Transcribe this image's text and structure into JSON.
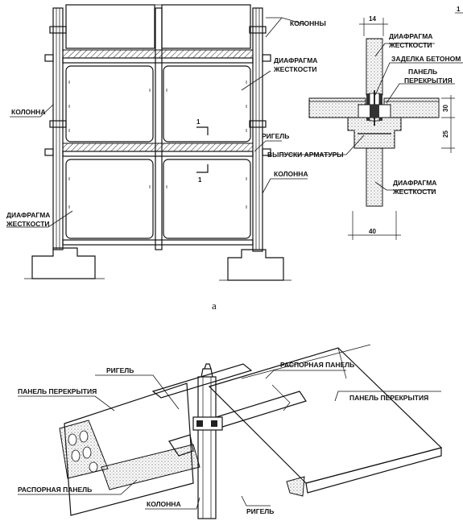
{
  "labels": {
    "kolonny": "КОЛОННЫ",
    "diafragma_top": "ДИАФРАГМА",
    "zhestkosti_top": "ЖЕСТКОСТИ",
    "kolonna_left": "КОЛОННА",
    "rigel_front": "РИГЕЛЬ",
    "kolonna_right": "КОЛОННА",
    "diafragma_left": "ДИАФРАГМА",
    "zhestkosti_left": "ЖЕСТКОСТИ",
    "section_mark_1": "1",
    "section_mark_2": "1"
  },
  "section": {
    "dim_14": "14",
    "diafragma": "ДИАФРАГМА",
    "zhestkosti": "ЖЕСТКОСТИ",
    "zadelka": "ЗАДЕЛКА БЕТОНОМ",
    "panel": "ПАНЕЛЬ",
    "perekrytiya": "ПЕРЕКРЫТИЯ",
    "dim_30": "30",
    "dim_25": "25",
    "vypuski": "ВЫПУСКИ АРМАТУРЫ",
    "diafragma_b": "ДИАФРАГМА",
    "zhestkosti_b": "ЖЕСТКОСТИ",
    "dim_40": "40",
    "mark_1": "1"
  },
  "caption_a": "а",
  "iso": {
    "rigel_top": "РИГЕЛЬ",
    "rasp_panel_top": "РАСПОРНАЯ ПАНЕЛЬ",
    "panel_perekr_left": "ПАНЕЛЬ ПЕРЕКРЫТИЯ",
    "panel_perekr_right": "ПАНЕЛЬ ПЕРЕКРЫТИЯ",
    "rasp_panel_bottom": "РАСПОРНАЯ ПАНЕЛЬ",
    "kolonna": "КОЛОННА",
    "rigel_bottom": "РИГЕЛЬ"
  }
}
